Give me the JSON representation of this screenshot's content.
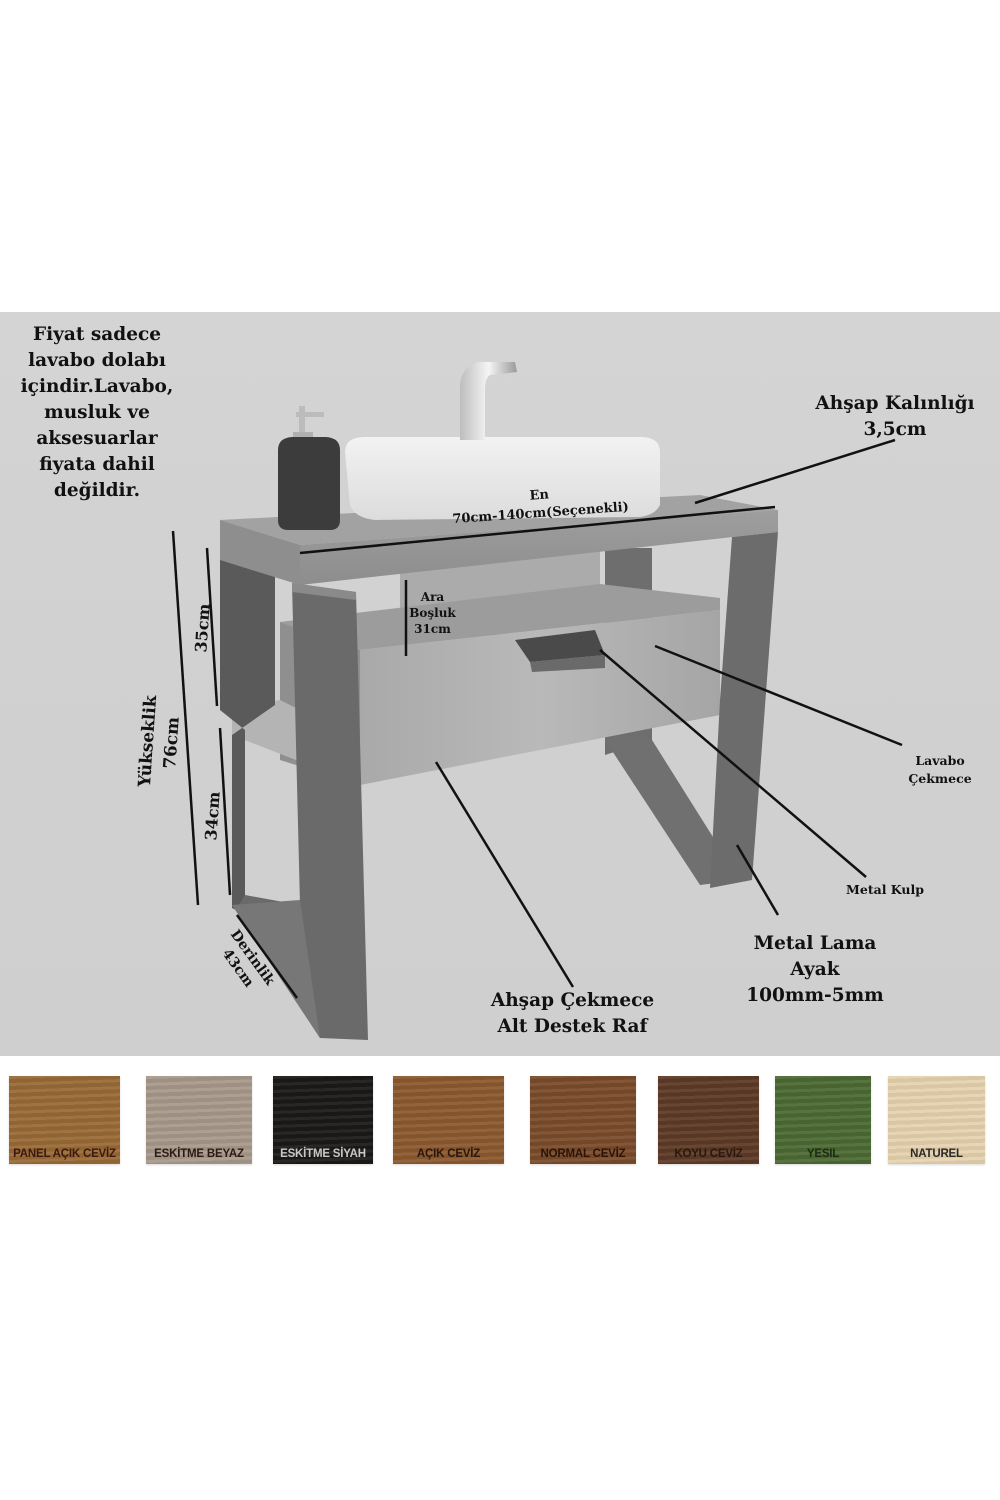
{
  "product_diagram": {
    "price_note": "Fiyat sadece lavabo dolabı içindir.Lavabo, musluk ve aksesuarlar fiyata dahil değildir.",
    "labels": {
      "wood_thickness_title": "Ahşap Kalınlığı",
      "wood_thickness_value": "3,5cm",
      "width_title": "En",
      "width_value": "70cm-140cm(Seçenekli)",
      "gap_line1": "Ara",
      "gap_line2": "Boşluk",
      "gap_line3": "31cm",
      "upper_height": "35cm",
      "lower_height": "34cm",
      "total_height_title": "Yükseklik",
      "total_height_value": "76cm",
      "depth_title": "Derinlik",
      "depth_value": "43cm",
      "sink_drawer_line1": "Lavabo",
      "sink_drawer_line2": "Çekmece",
      "metal_handle": "Metal Kulp",
      "metal_leg_line1": "Metal Lama",
      "metal_leg_line2": "Ayak",
      "metal_leg_line3": "100mm-5mm",
      "shelf_line1": "Ahşap Çekmece",
      "shelf_line2": "Alt Destek Raf"
    }
  },
  "color_options": [
    {
      "name": "PANEL AÇIK CEVİZ",
      "color": "#9a6a36",
      "text_color": "#3a1a10"
    },
    {
      "name": "ESKİTME BEYAZ",
      "color": "#a89a8c",
      "text_color": "#2a1a14"
    },
    {
      "name": "ESKİTME SİYAH",
      "color": "#1c1a18",
      "text_color": "#c8c8c8"
    },
    {
      "name": "AÇIK CEVİZ",
      "color": "#8c5a30",
      "text_color": "#2a160c"
    },
    {
      "name": "NORMAL CEVİZ",
      "color": "#7a4c2a",
      "text_color": "#2a1408"
    },
    {
      "name": "KOYU CEVİZ",
      "color": "#5e3c26",
      "text_color": "#2a180e"
    },
    {
      "name": "YESIL",
      "color": "#4d6a34",
      "text_color": "#1e2a14"
    },
    {
      "name": "NATUREL",
      "color": "#e6d2ae",
      "text_color": "#2a2a2a"
    }
  ]
}
